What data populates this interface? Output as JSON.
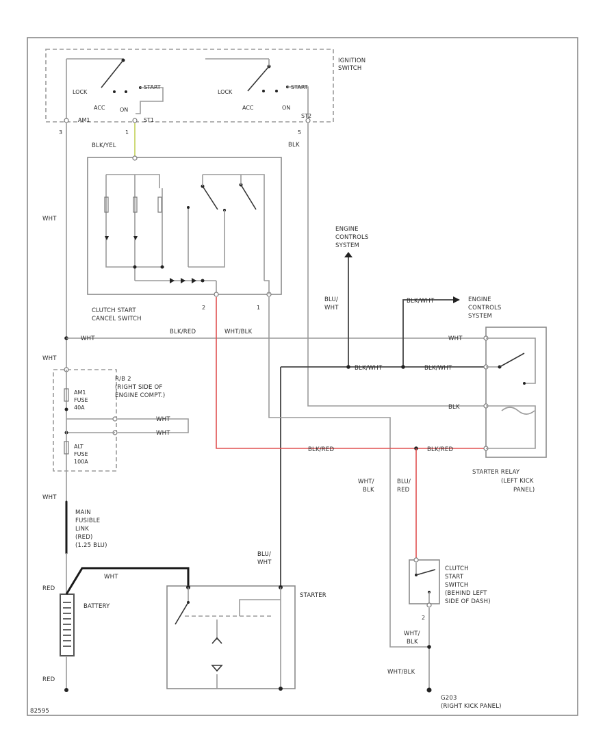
{
  "diagram_id": "82595",
  "ignition_switch": {
    "title": [
      "IGNITION",
      "SWITCH"
    ],
    "lock": "LOCK",
    "acc": "ACC",
    "on": "ON",
    "start": "START",
    "pin_am1": "AM1",
    "pin_st1": "ST1",
    "pin_st2": "ST2",
    "pin_3": "3",
    "pin_1": "1",
    "pin_5": "5"
  },
  "clutch_start_cancel_switch": {
    "title": [
      "CLUTCH START",
      "CANCEL SWITCH"
    ],
    "pin_2": "2",
    "pin_1": "1"
  },
  "engine_controls_top": [
    "ENGINE",
    "CONTROLS",
    "SYSTEM"
  ],
  "engine_controls_right": [
    "ENGINE",
    "CONTROLS",
    "SYSTEM"
  ],
  "starter_relay": {
    "title": [
      "STARTER RELAY",
      "(LEFT KICK",
      "PANEL)"
    ]
  },
  "rb2": {
    "title": [
      "R/B 2",
      "(RIGHT SIDE OF",
      "ENGINE COMPT.)"
    ],
    "am_fuse": [
      "AM1",
      "FUSE",
      "40A"
    ],
    "alt_fuse": [
      "ALT",
      "FUSE",
      "100A"
    ]
  },
  "main_fusible_link": [
    "MAIN",
    "FUSIBLE",
    "LINK",
    "(RED)",
    "(1.25 BLU)"
  ],
  "battery": {
    "title": "BATTERY",
    "pos": "RED",
    "neg": "RED"
  },
  "starter": {
    "title": "STARTER"
  },
  "clutch_start_switch": {
    "title": [
      "CLUTCH",
      "START",
      "SWITCH",
      "(BEHIND LEFT",
      "SIDE OF DASH)"
    ],
    "pin_2": "2"
  },
  "ground": {
    "title": [
      "G203",
      "(RIGHT KICK PANEL)"
    ]
  },
  "wire_labels": {
    "blk_yel": "BLK/YEL",
    "blk": "BLK",
    "wht": "WHT",
    "blk_red": "BLK/RED",
    "wht_blk": "WHT/BLK",
    "blu_wht": [
      "BLU/",
      "WHT"
    ],
    "blk_wht": "BLK/WHT",
    "blk_wht_top": "BLK/WHT",
    "wht_blk_split": [
      "WHT/",
      "BLK"
    ],
    "blu_red_split": [
      "BLU/",
      "RED"
    ],
    "blk_blu_red": "BLK/RED",
    "blu_wht_starter": [
      "BLU/",
      "WHT"
    ],
    "wht_blk_lower": [
      "WHT/",
      "BLK"
    ],
    "wht_blk_g": "WHT/BLK",
    "bat_wht": "WHT",
    "relay_wht": "WHT",
    "relay_blkwht": "BLK/WHT",
    "relay_blk": "BLK",
    "relay_blkred": "BLK/RED",
    "fuse_out_a": "WHT",
    "fuse_out_b": "WHT",
    "wht_top": "WHT",
    "wht_left": "WHT",
    "wht_mfl": "WHT"
  }
}
